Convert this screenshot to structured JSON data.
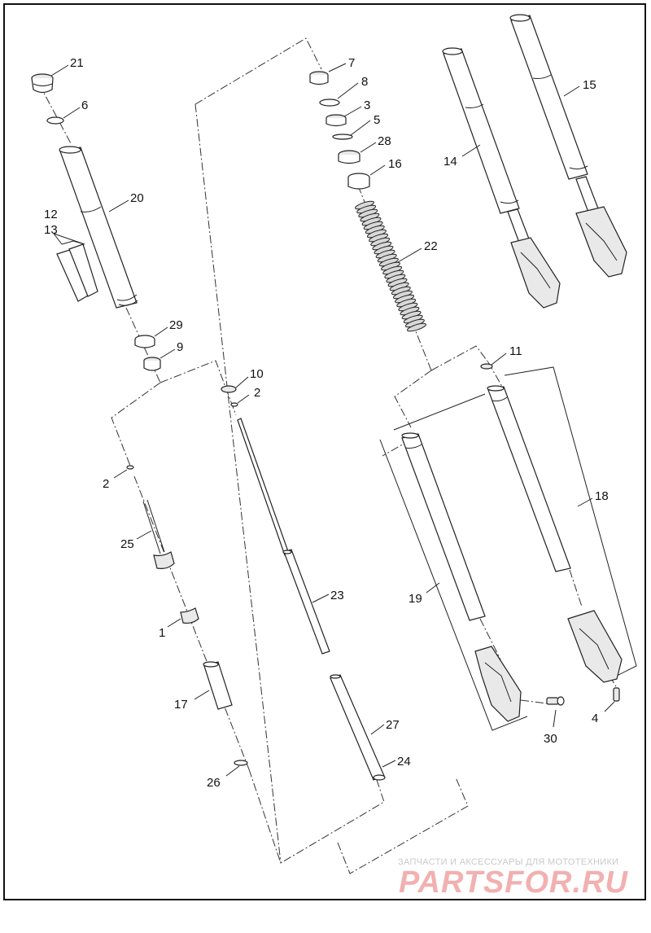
{
  "callouts": {
    "c1": "1",
    "c2a": "2",
    "c2b": "2",
    "c3": "3",
    "c4": "4",
    "c5": "5",
    "c6": "6",
    "c7": "7",
    "c8": "8",
    "c9": "9",
    "c10": "10",
    "c11": "11",
    "c12": "12",
    "c13": "13",
    "c14": "14",
    "c15": "15",
    "c16": "16",
    "c17": "17",
    "c18": "18",
    "c19": "19",
    "c20": "20",
    "c21": "21",
    "c22": "22",
    "c23": "23",
    "c24": "24",
    "c25": "25",
    "c26": "26",
    "c27": "27",
    "c28": "28",
    "c29": "29",
    "c30": "30"
  },
  "watermark": {
    "tagline": "ЗАПЧАСТИ И АКСЕССУАРЫ ДЛЯ МОТОТЕХНИКИ",
    "logo": "PARTSFOR.RU"
  },
  "colors": {
    "line": "#222222",
    "watermark_text": "#c9c9c9",
    "watermark_logo": "#f2b0b0"
  }
}
